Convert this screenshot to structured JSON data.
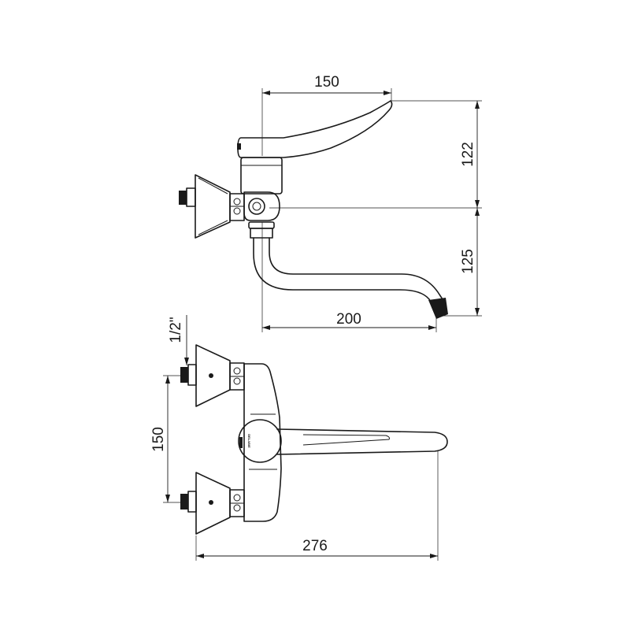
{
  "dimensions": {
    "top_width": "150",
    "top_height_upper": "122",
    "top_height_lower": "125",
    "spout_reach": "200",
    "thread_size": "1/2\"",
    "inlet_spacing": "150",
    "overall_width": "276"
  },
  "brand": "DELABIE"
}
